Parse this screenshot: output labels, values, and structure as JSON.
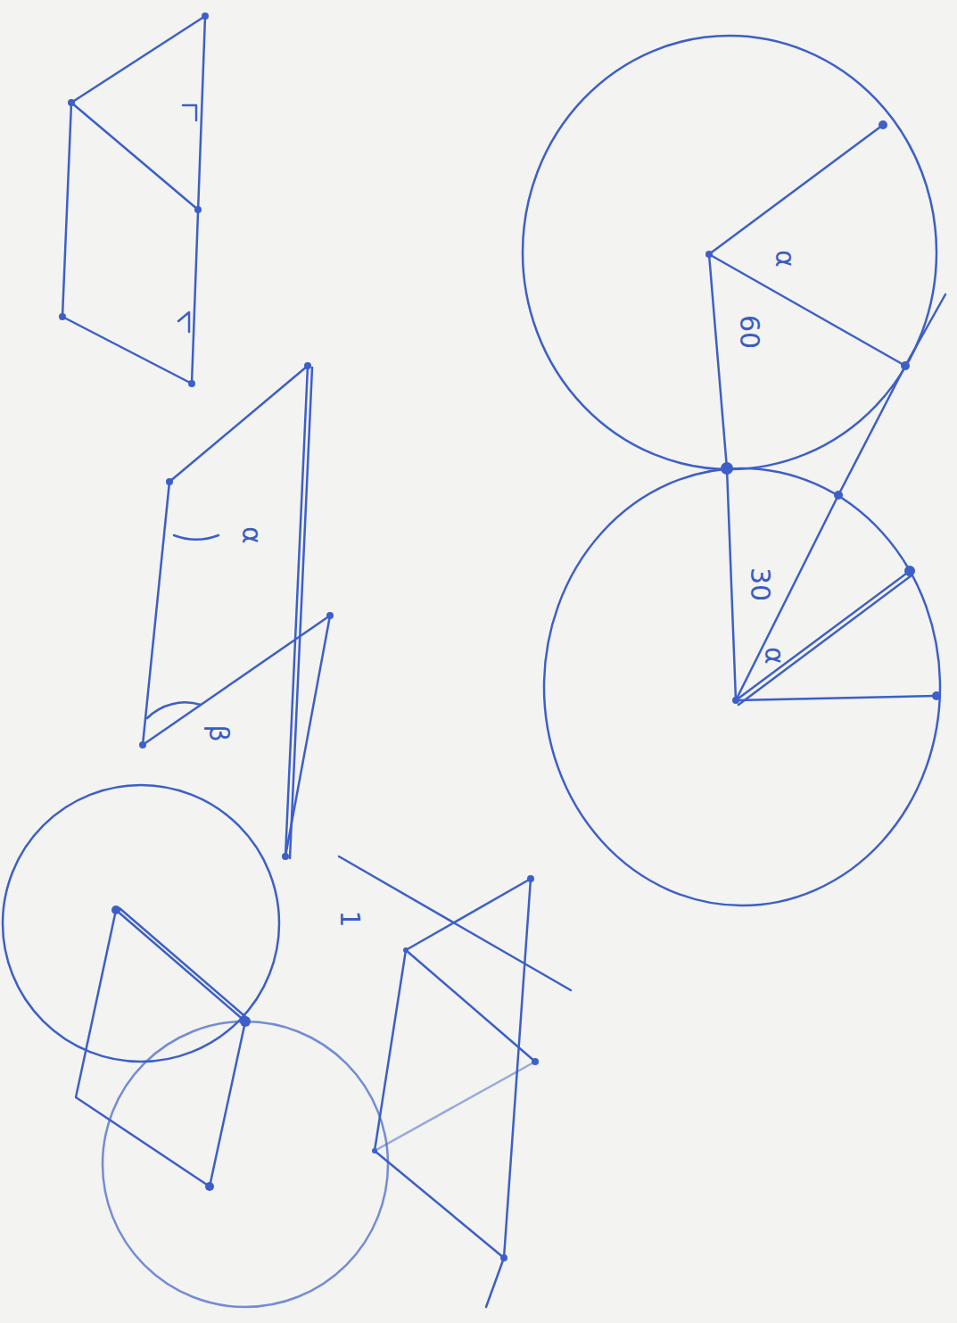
{
  "diagram": {
    "labels": [
      "α",
      "60",
      "30",
      "α",
      "α",
      "β",
      "1"
    ]
  }
}
